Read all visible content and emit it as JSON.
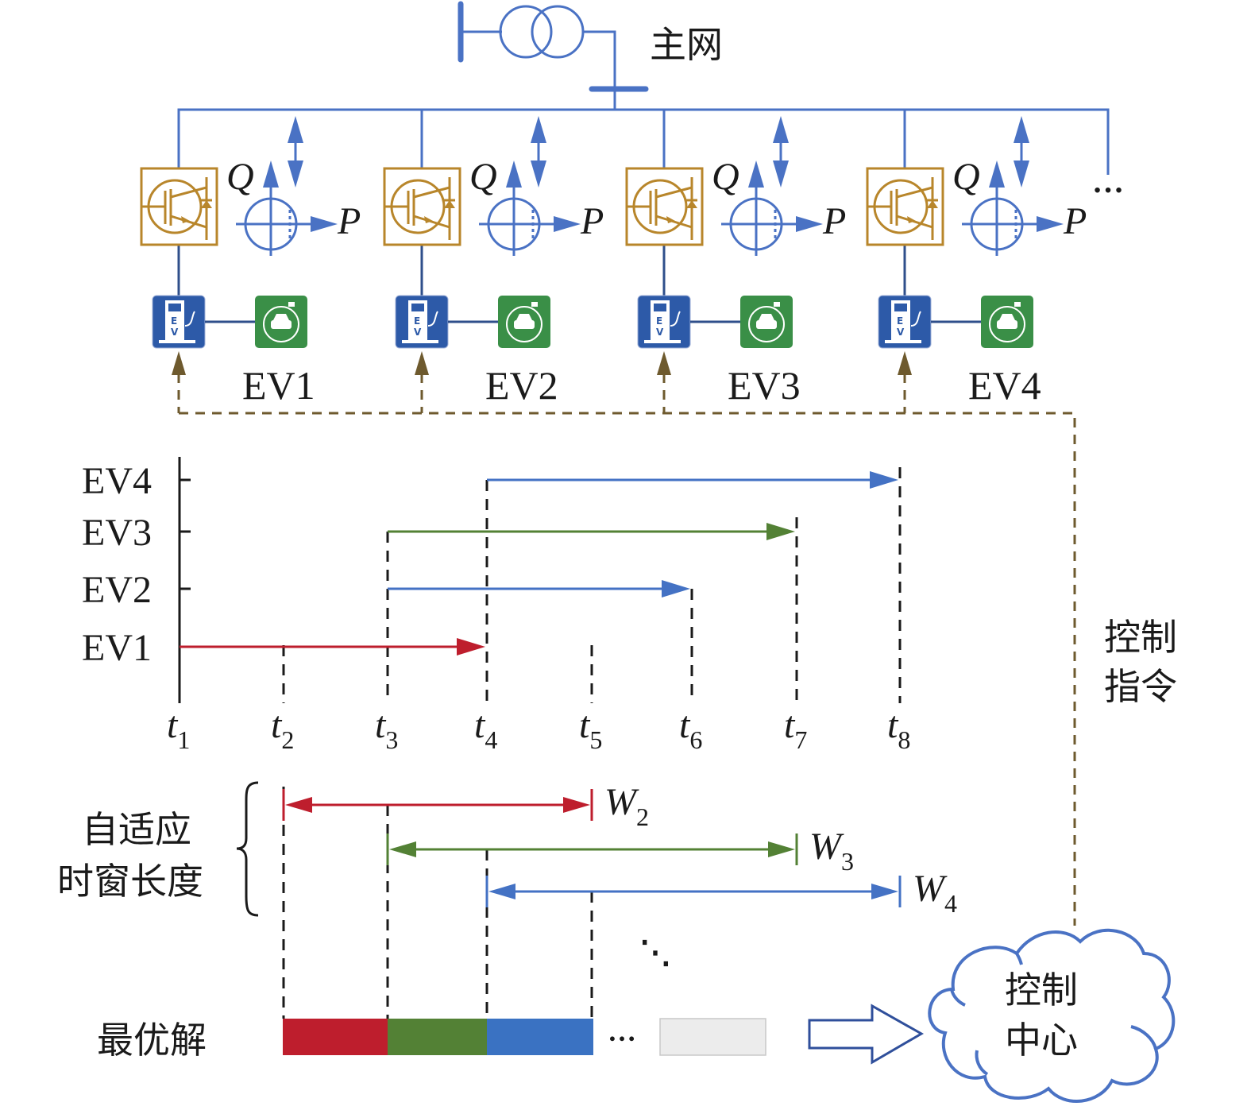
{
  "grid": {
    "label": "主网"
  },
  "colors": {
    "grid_blue": "#4a72c4",
    "converter_gold": "#b8862b",
    "control_brown": "#6e5a2e",
    "ev1_red": "#be1e2d",
    "ev3_green": "#538135",
    "ev_blue": "#4472c4",
    "solution_blue": "#3a72c2",
    "empty_gray": "#ececec",
    "charger_blue": "#2d5aa8",
    "vehicle_green": "#3a8f47"
  },
  "units": [
    {
      "id": "EV1",
      "label": "EV1",
      "q_label": "Q",
      "p_label": "P"
    },
    {
      "id": "EV2",
      "label": "EV2",
      "q_label": "Q",
      "p_label": "P"
    },
    {
      "id": "EV3",
      "label": "EV3",
      "q_label": "Q",
      "p_label": "P"
    },
    {
      "id": "EV4",
      "label": "EV4",
      "q_label": "Q",
      "p_label": "P"
    }
  ],
  "more_units_ellipsis": "…",
  "control_command_label": [
    "控制",
    "指令"
  ],
  "timeline": {
    "y_labels": [
      "EV1",
      "EV2",
      "EV3",
      "EV4"
    ],
    "times": [
      {
        "base": "t",
        "sub": "1"
      },
      {
        "base": "t",
        "sub": "2"
      },
      {
        "base": "t",
        "sub": "3"
      },
      {
        "base": "t",
        "sub": "4"
      },
      {
        "base": "t",
        "sub": "5"
      },
      {
        "base": "t",
        "sub": "6"
      },
      {
        "base": "t",
        "sub": "7"
      },
      {
        "base": "t",
        "sub": "8"
      }
    ],
    "intervals": [
      {
        "ev": "EV1",
        "start": "t1",
        "end": "t4",
        "color": "#be1e2d"
      },
      {
        "ev": "EV2",
        "start": "t3",
        "end": "t6",
        "color": "#4472c4"
      },
      {
        "ev": "EV3",
        "start": "t3",
        "end": "t7",
        "color": "#538135"
      },
      {
        "ev": "EV4",
        "start": "t4",
        "end": "t8",
        "color": "#4472c4"
      }
    ]
  },
  "windows": {
    "label": [
      "自适应",
      "时窗长度"
    ],
    "items": [
      {
        "base": "W",
        "sub": "2",
        "start": "t2",
        "end": "t5",
        "color": "#be1e2d"
      },
      {
        "base": "W",
        "sub": "3",
        "start": "t3",
        "end": "t7",
        "color": "#538135"
      },
      {
        "base": "W",
        "sub": "4",
        "start": "t4",
        "end": "t8",
        "color": "#4472c4"
      }
    ],
    "ellipsis": "⋱"
  },
  "solution": {
    "label": "最优解",
    "segments": [
      {
        "color": "#be1e2d"
      },
      {
        "color": "#538135"
      },
      {
        "color": "#3a72c2"
      }
    ],
    "ellipsis": "…",
    "empty_color": "#ececec"
  },
  "control_center": {
    "label": [
      "控制",
      "中心"
    ]
  }
}
